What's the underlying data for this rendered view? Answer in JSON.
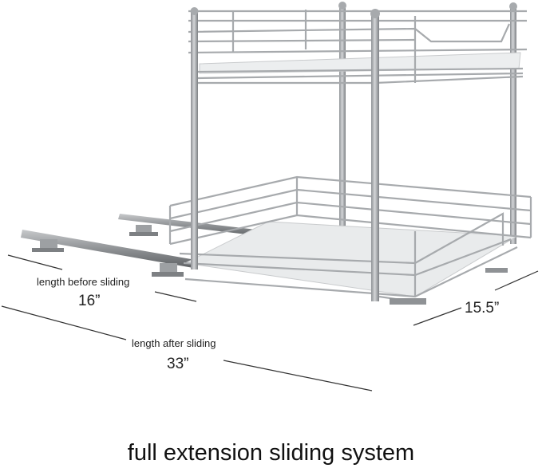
{
  "dimensions": {
    "before": {
      "label": "length before sliding",
      "value": "16”"
    },
    "after": {
      "label": "length after sliding",
      "value": "33”"
    },
    "depth": {
      "value": "15.5”"
    }
  },
  "caption": "full extension sliding system",
  "colors": {
    "wire": "#a9acb0",
    "wire_dark": "#7c7f83",
    "shelf": "#e6e8ea",
    "rail": "#9a9da0",
    "text": "#222222"
  }
}
